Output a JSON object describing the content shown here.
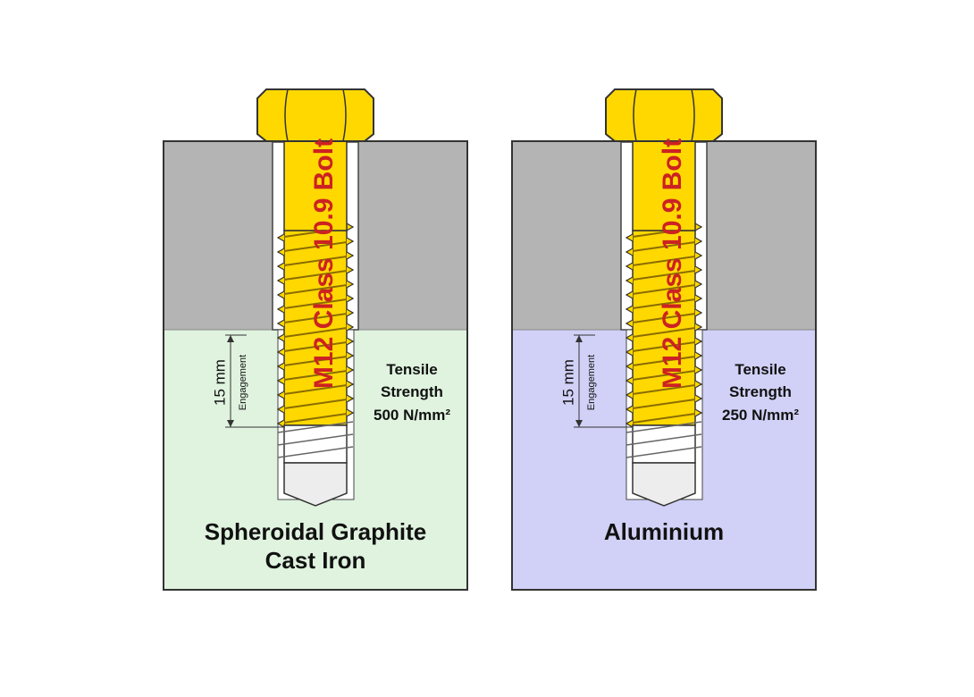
{
  "colors": {
    "plate_gray": "#b4b4b4",
    "iron_green": "#dff3df",
    "aluminium_lavender": "#d1d1f7",
    "bolt_yellow": "#ffd800",
    "bolt_label_red": "#cc2222",
    "tail_gray": "#ededed"
  },
  "panels": [
    {
      "bolt_label": "M12 Class 10.9 Bolt",
      "engagement_mm": "15 mm",
      "engagement_word": "Engagement",
      "tensile_line1": "Tensile",
      "tensile_line2": "Strength",
      "tensile_value": "500 N/mm²",
      "material_line1": "Spheroidal Graphite",
      "material_line2": "Cast Iron",
      "base_color_key": "iron_green"
    },
    {
      "bolt_label": "M12 Class 10.9 Bolt",
      "engagement_mm": "15 mm",
      "engagement_word": "Engagement",
      "tensile_line1": "Tensile",
      "tensile_line2": "Strength",
      "tensile_value": "250 N/mm²",
      "material_line1": "Aluminium",
      "material_line2": "",
      "base_color_key": "aluminium_lavender"
    }
  ]
}
